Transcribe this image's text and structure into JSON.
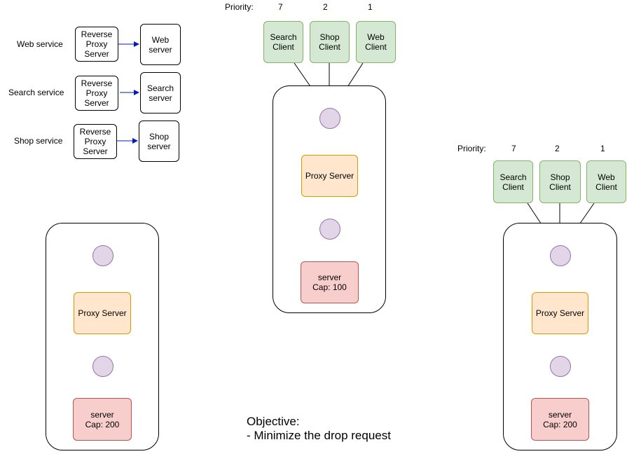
{
  "legend": {
    "rows": [
      {
        "service": "Web service",
        "proxy": "Reverse\nProxy\nServer",
        "server": "Web\nserver"
      },
      {
        "service": "Search service",
        "proxy": "Reverse\nProxy\nServer",
        "server": "Search\nserver"
      },
      {
        "service": "Shop service",
        "proxy": "Reverse\nProxy\nServer",
        "server": "Shop\nserver"
      }
    ]
  },
  "middle": {
    "priority_label": "Priority:",
    "priorities": [
      "7",
      "2",
      "1"
    ],
    "clients": [
      "Search\nClient",
      "Shop\nClient",
      "Web\nClient"
    ],
    "proxy": "Proxy Server",
    "server": "server\nCap: 100"
  },
  "left": {
    "proxy": "Proxy Server",
    "server": "server\nCap: 200"
  },
  "right": {
    "priority_label": "Priority:",
    "priorities": [
      "7",
      "2",
      "1"
    ],
    "clients": [
      "Search\nClient",
      "Shop\nClient",
      "Web\nClient"
    ],
    "proxy": "Proxy Server",
    "server": "server\nCap: 200"
  },
  "objective": {
    "title": "Objective:",
    "item": "- Minimize the drop request"
  },
  "colors": {
    "client_fill": "#d5e8d4",
    "client_stroke": "#82b366",
    "proxy_fill": "#ffe6cc",
    "proxy_stroke": "#d79b00",
    "server_fill": "#f8cecc",
    "server_stroke": "#b85450",
    "queue_fill": "#e1d5e7",
    "queue_stroke": "#9673a6",
    "legend_arrow": "#001dbc"
  }
}
